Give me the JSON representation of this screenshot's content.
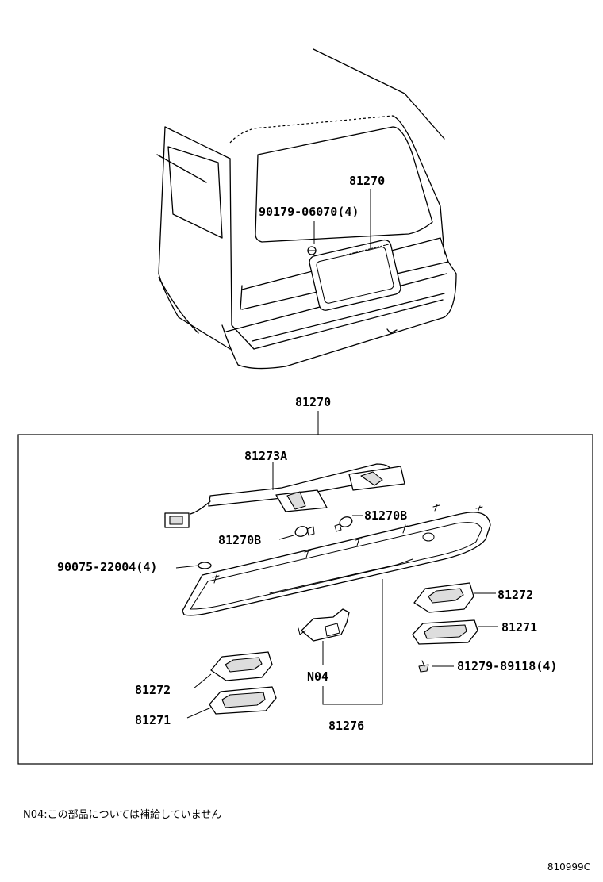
{
  "labels": {
    "top_part": "81270",
    "top_bolt": "90179-06070(4)",
    "assembly": "81270",
    "harness": "81273A",
    "bulb_right": "81270B",
    "bulb_left": "81270B",
    "screw_grommet": "90075-22004(4)",
    "lens_cover_right": "81272",
    "housing_right": "81271",
    "screw_right": "81279-89118(4)",
    "lens_cover_left": "81272",
    "housing_left": "81271",
    "bracket_code": "N04",
    "bracket": "81276"
  },
  "note": "N04:この部品については補給していません",
  "drawing_code": "810999C"
}
